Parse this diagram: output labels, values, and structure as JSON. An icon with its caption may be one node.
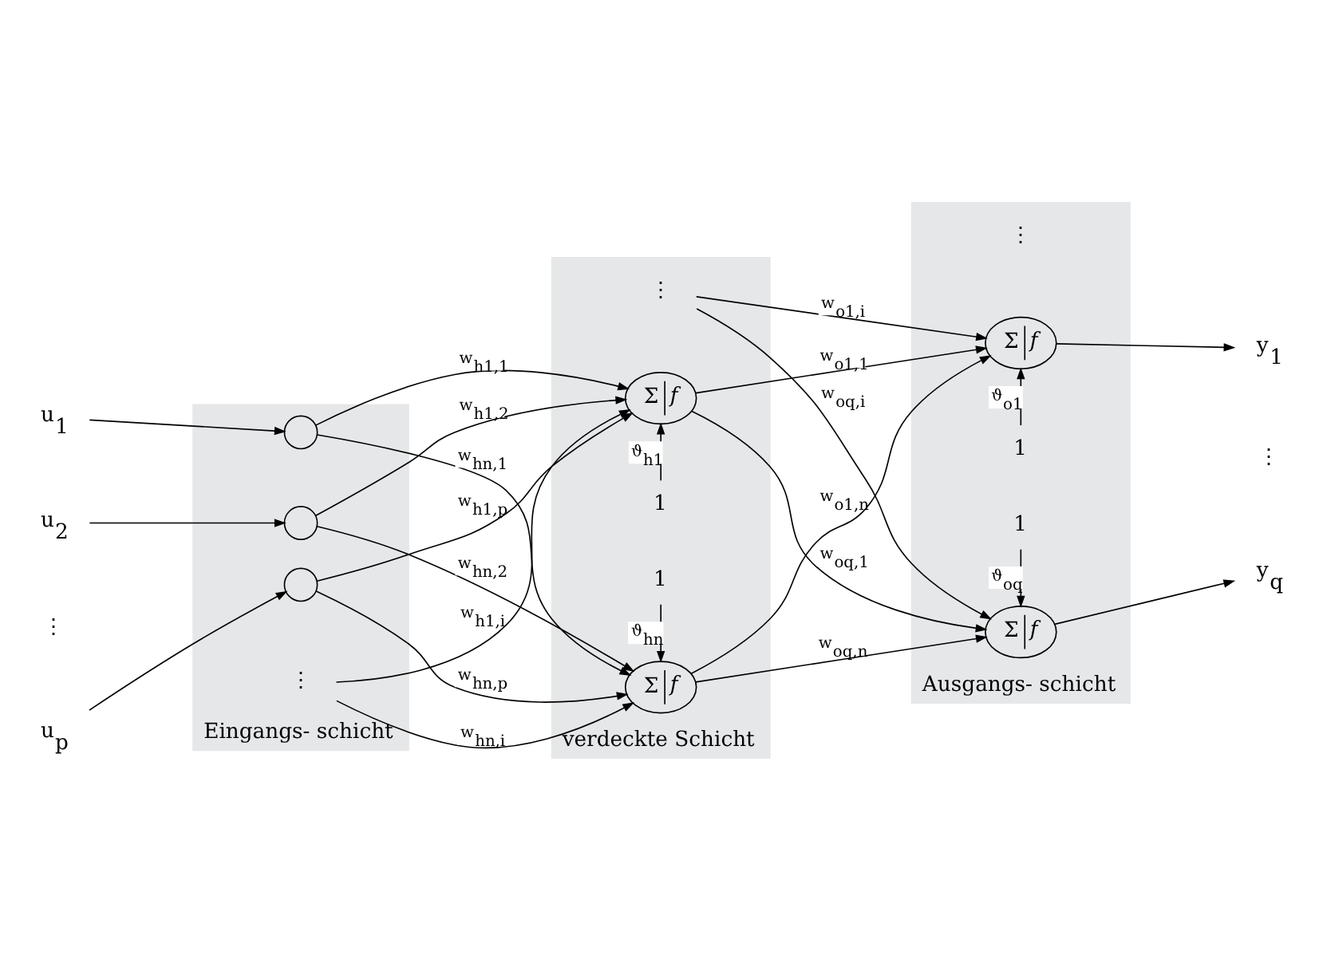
{
  "diagram": {
    "nodes": [
      {
        "text": [
          "Eingangs- schicht"
        ]
      },
      {
        "text": [
          "verdeckte Schicht"
        ]
      },
      {
        "text": [
          "Ausgangs- schicht"
        ]
      },
      {
        "text": [
          "u$_{1}$"
        ]
      },
      {
        "text": [
          "u$_{2}$"
        ]
      },
      {
        "text": [
          "u$_{p}$"
        ]
      },
      {
        "text": [],
        "shape": "circle",
        "in": 0
      },
      {
        "text": [],
        "shape": "circle",
        "in": 0
      },
      {
        "text": [
          "⋮"
        ],
        "in": 0
      },
      {
        "text": [],
        "shape": "circle",
        "in": 0
      },
      {
        "text": [
          "1"
        ],
        "in": 1
      },
      {
        "text": [
          "Σ",
          "f"
        ],
        "in": 1
      },
      {
        "text": [
          "⋮"
        ],
        "in": 1
      },
      {
        "text": [
          "Σ",
          "f"
        ],
        "in": 1
      },
      {
        "text": [
          "1"
        ],
        "in": 1
      },
      {
        "text": [
          "1"
        ],
        "in": 2
      },
      {
        "text": [
          "Σ",
          "f"
        ],
        "in": 2
      },
      {
        "text": [
          "Σ",
          "f"
        ],
        "in": 2
      },
      {
        "text": [
          "1"
        ],
        "in": 2
      },
      {
        "text": [
          "y$_{1}$"
        ]
      },
      {
        "text": [
          "y$_{q}$"
        ]
      }
    ],
    "edges": [
      {
        "from": 3,
        "to": 6,
        "arrow": "to"
      },
      {
        "from": 4,
        "to": 7,
        "arrow": "to"
      },
      {
        "from": 5,
        "to": 9,
        "arrow": "to"
      },
      {
        "from": 6,
        "to": 11,
        "arrow": "to",
        "label": "w$_{h1,1}$"
      },
      {
        "from": 7,
        "to": 11,
        "arrow": "to",
        "label": "w$_{h1,2}$"
      },
      {
        "from": 8,
        "to": 11,
        "arrow": "to",
        "label": "w$_{h1,i}$"
      },
      {
        "from": 9,
        "to": 11,
        "arrow": "to",
        "label": "w$_{h1,p}$"
      },
      {
        "from": 6,
        "to": 13,
        "arrow": "to",
        "label": "w$_{hn,1}$"
      },
      {
        "from": 7,
        "to": 13,
        "arrow": "to",
        "label": "w$_{hn,2}$"
      },
      {
        "from": 8,
        "to": 13,
        "arrow": "to",
        "label": "w$_{hn,i}$"
      },
      {
        "from": 9,
        "to": 13,
        "arrow": "to",
        "label": "w$_{hn,p}$"
      },
      {
        "from": 10,
        "to": 11,
        "arrow": "to",
        "label": "ϑ$_{h1}$"
      },
      {
        "from": 14,
        "to": 13,
        "arrow": "to",
        "label": "ϑ$_{hn}$"
      },
      {
        "from": 11,
        "to": 16,
        "arrow": "to",
        "label": "w$_{o1,1}$"
      },
      {
        "from": 12,
        "to": 16,
        "arrow": "to",
        "label": "w$_{o1,i}$"
      },
      {
        "from": 13,
        "to": 16,
        "arrow": "to",
        "label": "w$_{o1,n}$"
      },
      {
        "from": 11,
        "to": 17,
        "arrow": "to",
        "label": "w$_{oq,1}$"
      },
      {
        "from": 12,
        "to": 17,
        "arrow": "to",
        "label": "w$_{oq,i}$"
      },
      {
        "from": 13,
        "to": 17,
        "arrow": "to",
        "label": "w$_{oq,n}$"
      },
      {
        "from": 15,
        "to": 16,
        "arrow": "to",
        "label": "ϑ$_{o1}$"
      },
      {
        "from": 18,
        "to": 17,
        "arrow": "to",
        "label": "ϑ$_{oq}$"
      },
      {
        "from": 16,
        "to": 19,
        "arrow": "to"
      },
      {
        "from": 17,
        "to": 20,
        "arrow": "to"
      }
    ],
    "labels": [
      "⋮",
      "⋮",
      "⋮"
    ]
  }
}
